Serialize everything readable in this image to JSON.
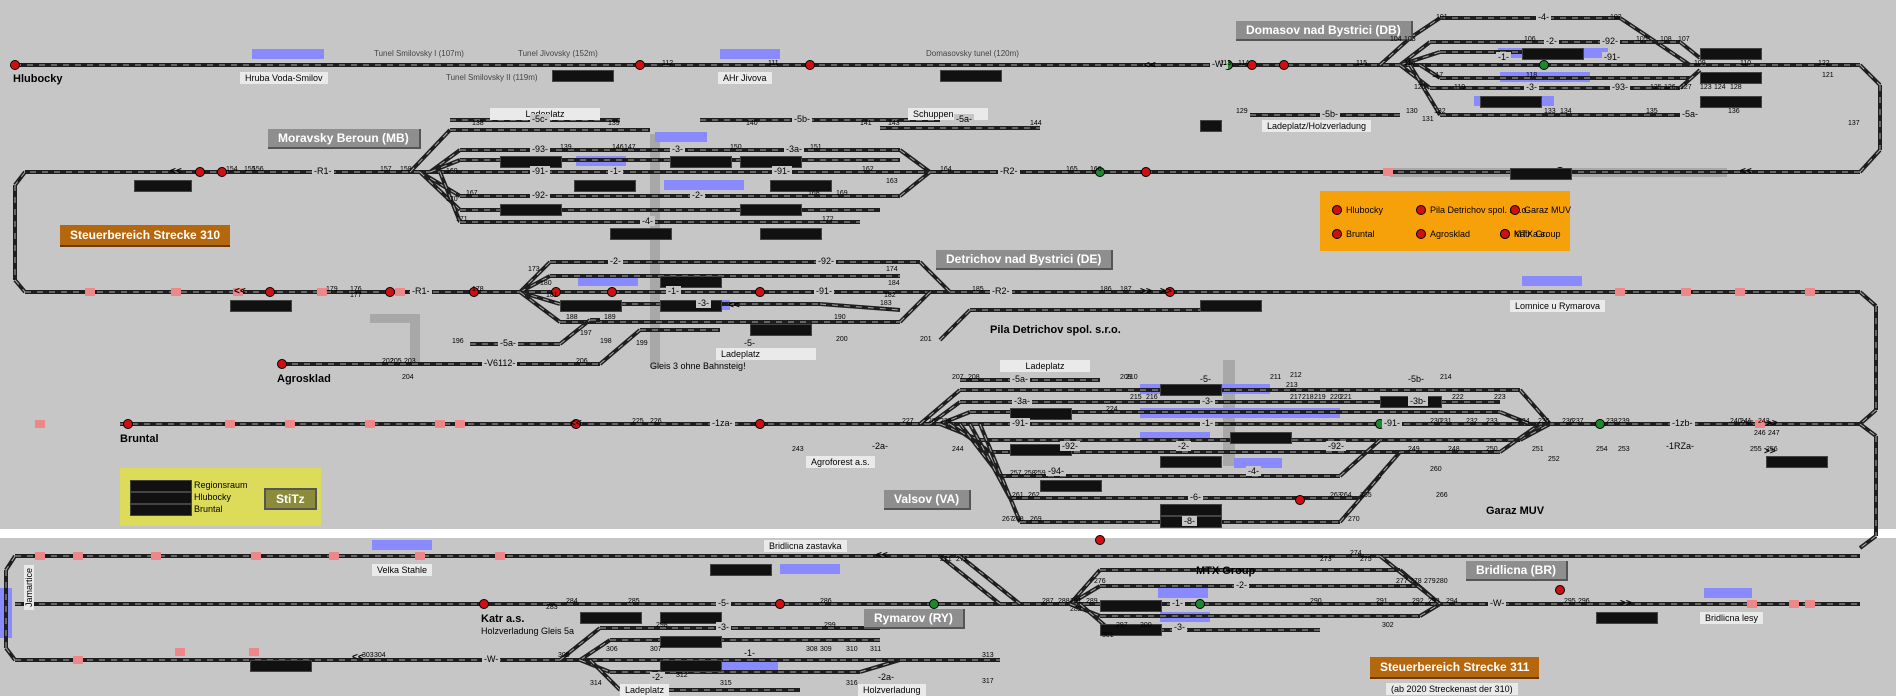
{
  "colors": {
    "background": "#c6c6c6",
    "track": "#222222",
    "signal_red": "#d01010",
    "signal_green": "#1a8a2a",
    "occupied_blue": "#8a8aff",
    "section_box": "#8e8e8e",
    "legend_orange": "#f6a10a",
    "steuerbereich_brown": "#b5670e",
    "stitz_yellow": "#dcdc5a"
  },
  "stations": {
    "hlubocky": "Hlubocky",
    "bruntal": "Bruntal",
    "agrosklad": "Agrosklad",
    "pila": "Pila Detrichov spol. s.r.o.",
    "garaz_muv": "Garaz MUV",
    "mtx_group": "MTX Group",
    "katr": "Katr a.s.",
    "jamartice": "Jamartice"
  },
  "sections": {
    "moravsky_beroun": "Moravsky Beroun (MB)",
    "domasov": "Domasov nad Bystrici (DB)",
    "detrichov": "Detrichov nad Bystrici (DE)",
    "valsov": "Valsov (VA)",
    "bridlicna": "Bridlicna (BR)",
    "rymarov": "Rymarov (RY)"
  },
  "steuerbereich": {
    "s310": "Steuerbereich Strecke 310",
    "s311": "Steuerbereich Strecke 311",
    "s311_note": "(ab 2020 Streckenast der 310)"
  },
  "stops": {
    "hruba_voda": "Hruba Voda-Smilov",
    "ahr_jivova": "AHr Jivova",
    "lomnice": "Lomnice u Rymarova",
    "agroforest": "Agroforest a.s.",
    "velka_stahle": "Velka Stahle",
    "bridlicna_zast": "Bridlicna zastavka",
    "bridlicna_lesy": "Bridlicna lesy"
  },
  "tunnels": {
    "t1": "Tunel Smilovsky I (107m)",
    "t2": "Tunel Smilovsky II (119m)",
    "t3": "Tunel Jivovsky (152m)",
    "t4": "Domasovsky tunel (120m)"
  },
  "yards": {
    "ladeplatz": "Ladeplatz",
    "schuppen": "Schuppen",
    "ladeplatz_holz": "Ladeplatz/Holzverladung",
    "gleis3": "Gleis 3 ohne Bahnsteig!",
    "holzverladung_gleis5a": "Holzverladung Gleis 5a",
    "holzverladung": "Holzverladung"
  },
  "legend": {
    "items": [
      "Hlubocky",
      "Pila Detrichov spol. s.r.o.",
      "Garaz MUV",
      "Bruntal",
      "Agrosklad",
      "MTX Group",
      "Katr a.s."
    ]
  },
  "stitz": {
    "title": "StiTz",
    "rows": [
      "Regionsraum",
      "Hlubocky",
      "Bruntal"
    ]
  },
  "track_labels": {
    "r1_mb": "-R1-",
    "r2_mb": "-R2-",
    "r1_de": "-R1-",
    "r2_de": "-R2-",
    "w_db": "-W-",
    "w_br": "-W-",
    "w_ry": "-W-",
    "v6112": "-V6112-",
    "iza": "-1za-",
    "izb": "-1zb-",
    "irza": "-1RZa-",
    "db_4": "-4-",
    "db_2": "-2-",
    "db_92": "-92-",
    "db_1": "-1-",
    "db_91": "-91-",
    "db_3": "-3-",
    "db_93": "-93-",
    "db_5b": "-5b-",
    "db_5a": "-5a-",
    "mb_5c": "-5c-",
    "mb_5b": "-5b-",
    "mb_5a": "-5a-",
    "mb_93": "-93-",
    "mb_3": "-3-",
    "mb_3a": "-3a-",
    "mb_91": "-91-",
    "mb_1": "-1-",
    "mb_91b": "-91-",
    "mb_92": "-92-",
    "mb_2": "-2-",
    "mb_4": "-4-",
    "de_2": "-2-",
    "de_92": "-92-",
    "de_1": "-1-",
    "de_91": "-91-",
    "de_3": "-3-",
    "de_5a": "-5a-",
    "de_5": "-5-",
    "va_5a": "-5a-",
    "va_5": "-5-",
    "va_5b": "-5b-",
    "va_3a": "-3a-",
    "va_3": "-3-",
    "va_3b": "-3b-",
    "va_91": "-91-",
    "va_1": "-1-",
    "va_91b": "-91-",
    "va_2a": "-2a-",
    "va_92": "-92-",
    "va_2": "-2-",
    "va_92b": "-92-",
    "va_94": "-94-",
    "va_4": "-4-",
    "va_6": "-6-",
    "va_8": "-8-",
    "br_2": "-2-",
    "br_1": "-1-",
    "br_3": "-3-",
    "ry_5": "-5-",
    "ry_3": "-3-",
    "ry_1": "-1-",
    "ry_2": "-2-",
    "ry_2a": "-2a-"
  },
  "numbers": {
    "n101": "101",
    "n102": "102",
    "n103": "103",
    "n104": "104",
    "n105": "105",
    "n106": "106",
    "n107": "107",
    "n108": "108",
    "n109": "109",
    "n110": "110",
    "n111": "111",
    "n112": "112",
    "n113": "113",
    "n114": "114",
    "n115": "115",
    "n116": "116",
    "n117": "117",
    "n118": "118",
    "n119": "119",
    "n120": "120",
    "n121": "121",
    "n122": "122",
    "n123": "123",
    "n124": "124",
    "n125": "125",
    "n126": "126",
    "n127": "127",
    "n128": "128",
    "n129": "129",
    "n130": "130",
    "n131": "131",
    "n132": "132",
    "n133": "133",
    "n134": "134",
    "n135": "135",
    "n136": "136",
    "n137": "137",
    "n138": "138",
    "n139": "139",
    "n140": "140",
    "n141": "141",
    "n143": "143",
    "n144": "144",
    "n146": "146",
    "n147": "147",
    "n150": "150",
    "n151": "151",
    "n154": "154",
    "n155": "155",
    "n156": "156",
    "n157": "157",
    "n158": "158",
    "n160": "160",
    "n162": "162",
    "n163": "163",
    "n164": "164",
    "n165": "165",
    "n166": "166",
    "n167": "167",
    "n168": "168",
    "n169": "169",
    "n170": "170",
    "n171": "171",
    "n172": "172",
    "n173": "173",
    "n174": "174",
    "n176": "176",
    "n177": "177",
    "n178": "178",
    "n179": "179",
    "n180": "180",
    "n181": "181",
    "n182": "182",
    "n183": "183",
    "n184": "184",
    "n185": "185",
    "n186": "186",
    "n187": "187",
    "n188": "188",
    "n189": "189",
    "n190": "190",
    "n196": "196",
    "n197": "197",
    "n198": "198",
    "n199": "199",
    "n200": "200",
    "n201": "201",
    "n202": "202",
    "n203": "203",
    "n204": "204",
    "n205": "205",
    "n206": "206",
    "n207": "207",
    "n208": "208",
    "n209": "209",
    "n210": "210",
    "n211": "211",
    "n212": "212",
    "n213": "213",
    "n214": "214",
    "n215": "215",
    "n216": "216",
    "n217": "217",
    "n218": "218",
    "n219": "219",
    "n220": "220",
    "n221": "221",
    "n222": "222",
    "n223": "223",
    "n224": "224",
    "n225": "225",
    "n226": "226",
    "n227": "227",
    "n228": "228",
    "n229": "229",
    "n230": "230",
    "n231": "231",
    "n232": "232",
    "n233": "233",
    "n234": "234",
    "n235": "235",
    "n236": "236",
    "n237": "237",
    "n238": "238",
    "n239": "239",
    "n240": "240",
    "n241": "241",
    "n242": "242",
    "n243": "243",
    "n244": "244",
    "n245": "245",
    "n246": "246",
    "n247": "247",
    "n248": "248",
    "n249": "249",
    "n250": "250",
    "n251": "251",
    "n252": "252",
    "n253": "253",
    "n254": "254",
    "n255": "255",
    "n256": "256",
    "n257": "257",
    "n258": "258",
    "n259": "259",
    "n260": "260",
    "n261": "261",
    "n262": "262",
    "n263": "263",
    "n264": "264",
    "n265": "265",
    "n266": "266",
    "n267": "267",
    "n268": "268",
    "n269": "269",
    "n270": "270",
    "n271": "271",
    "n272": "272",
    "n273": "273",
    "n274": "274",
    "n275": "275",
    "n276": "276",
    "n277": "277",
    "n278": "278",
    "n279": "279",
    "n280": "280",
    "n281": "281",
    "n282": "282",
    "n283": "283",
    "n284": "284",
    "n285": "285",
    "n286": "286",
    "n287": "287",
    "n288": "288",
    "n289": "289",
    "n290": "290",
    "n291": "291",
    "n292": "292",
    "n293": "293",
    "n294": "294",
    "n295": "295",
    "n296": "296",
    "n297": "297",
    "n298": "298",
    "n299": "299",
    "n300": "300",
    "n301": "301",
    "n302": "302",
    "n303": "303",
    "n304": "304",
    "n305": "305",
    "n306": "306",
    "n307": "307",
    "n308": "308",
    "n309": "309",
    "n310": "310",
    "n311": "311",
    "n312": "312",
    "n313": "313",
    "n314": "314",
    "n315": "315",
    "n316": "316",
    "n317": "317",
    "n139b": "139"
  },
  "arrows": {
    "left": "<<",
    "right": ">>"
  }
}
